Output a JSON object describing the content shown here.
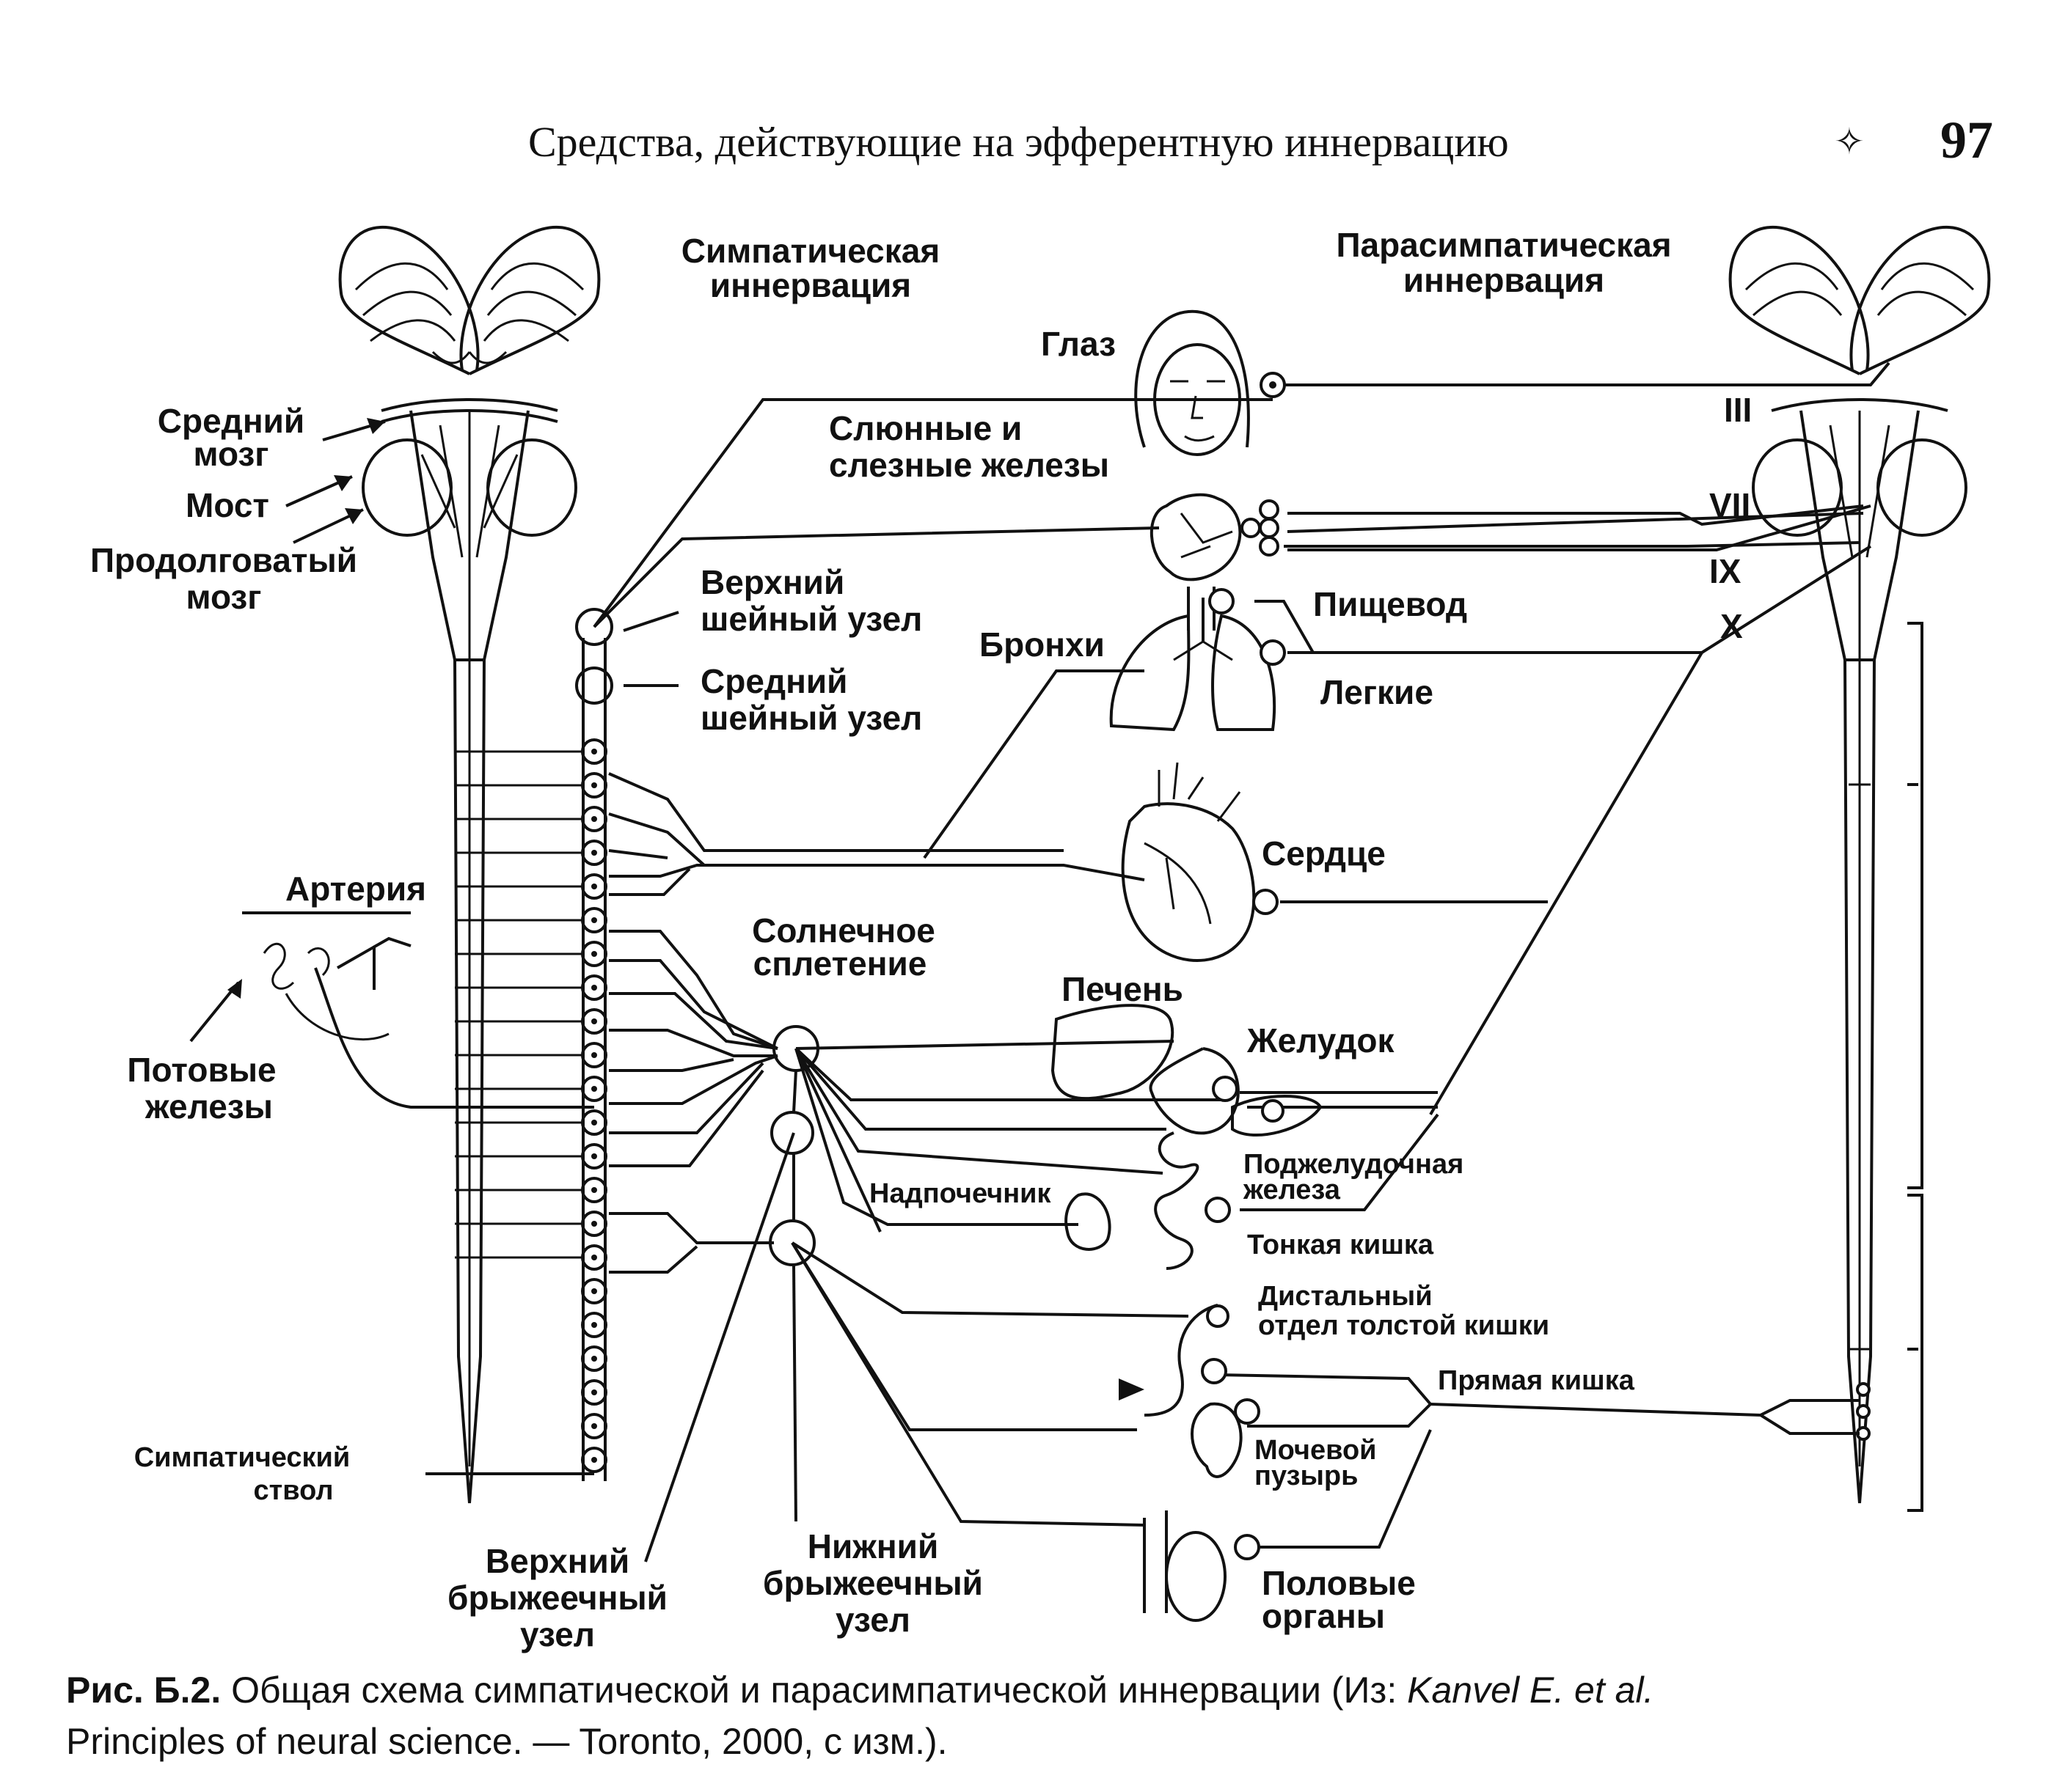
{
  "header": {
    "running_title": "Средства, действующие на эфферентную иннервацию",
    "ornament": "✧",
    "page_number": "97"
  },
  "columns": {
    "sympathetic": [
      "Симпатическая",
      "иннервация"
    ],
    "parasympathetic": [
      "Парасимпатическая",
      "иннервация"
    ]
  },
  "brainstem": {
    "midbrain": [
      "Средний",
      "мозг"
    ],
    "pons": "Мост",
    "medulla": [
      "Продолговатый",
      "мозг"
    ]
  },
  "cranial_nerves": [
    "III",
    "VII",
    "IX",
    "X"
  ],
  "ganglia": {
    "superior_cervical": [
      "Верхний",
      "шейный узел"
    ],
    "middle_cervical": [
      "Средний",
      "шейный узел"
    ],
    "celiac_plexus": [
      "Солнечное",
      "сплетение"
    ],
    "superior_mesenteric": [
      "Верхний",
      "брыжеечный",
      "узел"
    ],
    "inferior_mesenteric": [
      "Нижний",
      "брыжеечный",
      "узел"
    ],
    "sympathetic_trunk": [
      "Симпатический",
      "ствол"
    ]
  },
  "periphery": {
    "artery": "Артерия",
    "sweat_glands": [
      "Потовые",
      "железы"
    ]
  },
  "organs": {
    "eye": "Глаз",
    "glands": [
      "Слюнные и",
      "слезные железы"
    ],
    "bronchi": "Бронхи",
    "esophagus": "Пищевод",
    "lungs": "Легкие",
    "heart": "Сердце",
    "liver": "Печень",
    "stomach": "Желудок",
    "pancreas": [
      "Поджелудочная",
      "железа"
    ],
    "adrenal": "Надпочечник",
    "small_intestine": "Тонкая кишка",
    "distal_colon": [
      "Дистальный",
      "отдел толстой кишки"
    ],
    "rectum": "Прямая кишка",
    "bladder": [
      "Мочевой",
      "пузырь"
    ],
    "genitals": [
      "Половые",
      "органы"
    ]
  },
  "caption": {
    "figure_label": "Рис. Б.2.",
    "text": " Общая схема симпатической и парасимпатической иннервации (Из: ",
    "source_author": "Kanvel E. et al.",
    "source_rest": "Principles of neural science. — Toronto, 2000, с изм.)."
  }
}
